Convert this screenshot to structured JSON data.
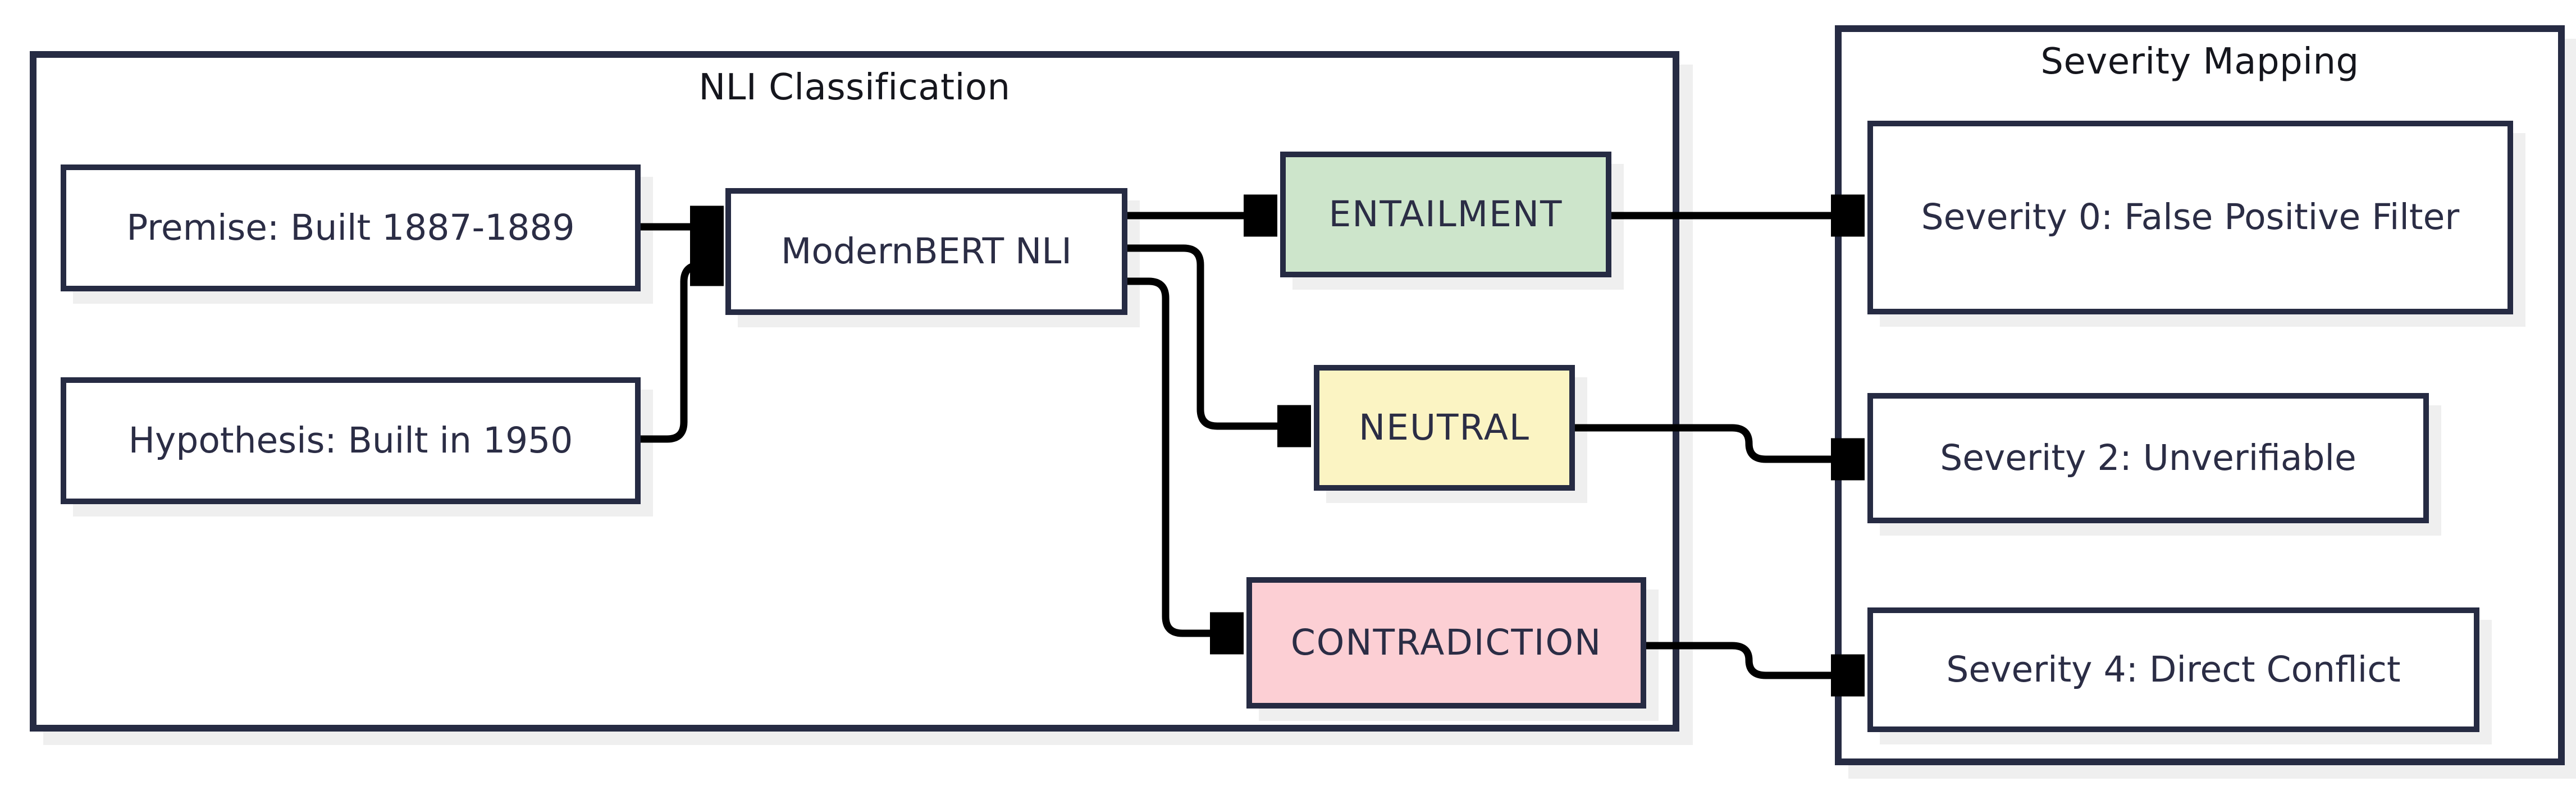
{
  "diagram": {
    "type": "flowchart",
    "groups": {
      "nli": {
        "title": "NLI Classification"
      },
      "severity": {
        "title": "Severity Mapping"
      }
    },
    "nodes": {
      "premise": {
        "label": "Premise: Built 1887-1889",
        "fill": "#ffffff"
      },
      "hypothesis": {
        "label": "Hypothesis: Built in 1950",
        "fill": "#ffffff"
      },
      "modernbert": {
        "label": "ModernBERT NLI",
        "fill": "#ffffff"
      },
      "entailment": {
        "label": "ENTAILMENT",
        "fill": "#cde5cb"
      },
      "neutral": {
        "label": "NEUTRAL",
        "fill": "#fbf4c3"
      },
      "contradiction": {
        "label": "CONTRADICTION",
        "fill": "#fccfd4"
      },
      "sev0": {
        "label": "Severity 0: False Positive Filter",
        "fill": "#ffffff"
      },
      "sev2": {
        "label": "Severity 2: Unverifiable",
        "fill": "#ffffff"
      },
      "sev4": {
        "label": "Severity 4: Direct Conflict",
        "fill": "#ffffff"
      }
    },
    "edges": [
      {
        "from": "premise",
        "to": "modernbert"
      },
      {
        "from": "hypothesis",
        "to": "modernbert"
      },
      {
        "from": "modernbert",
        "to": "entailment"
      },
      {
        "from": "modernbert",
        "to": "neutral"
      },
      {
        "from": "modernbert",
        "to": "contradiction"
      },
      {
        "from": "entailment",
        "to": "sev0"
      },
      {
        "from": "neutral",
        "to": "sev2"
      },
      {
        "from": "contradiction",
        "to": "sev4"
      }
    ],
    "colors": {
      "border": "#262b43",
      "title_text": "#15161d",
      "node_text": "#2b2d45",
      "arrow": "#000000",
      "shadow": "#efefef",
      "background": "#ffffff"
    }
  }
}
